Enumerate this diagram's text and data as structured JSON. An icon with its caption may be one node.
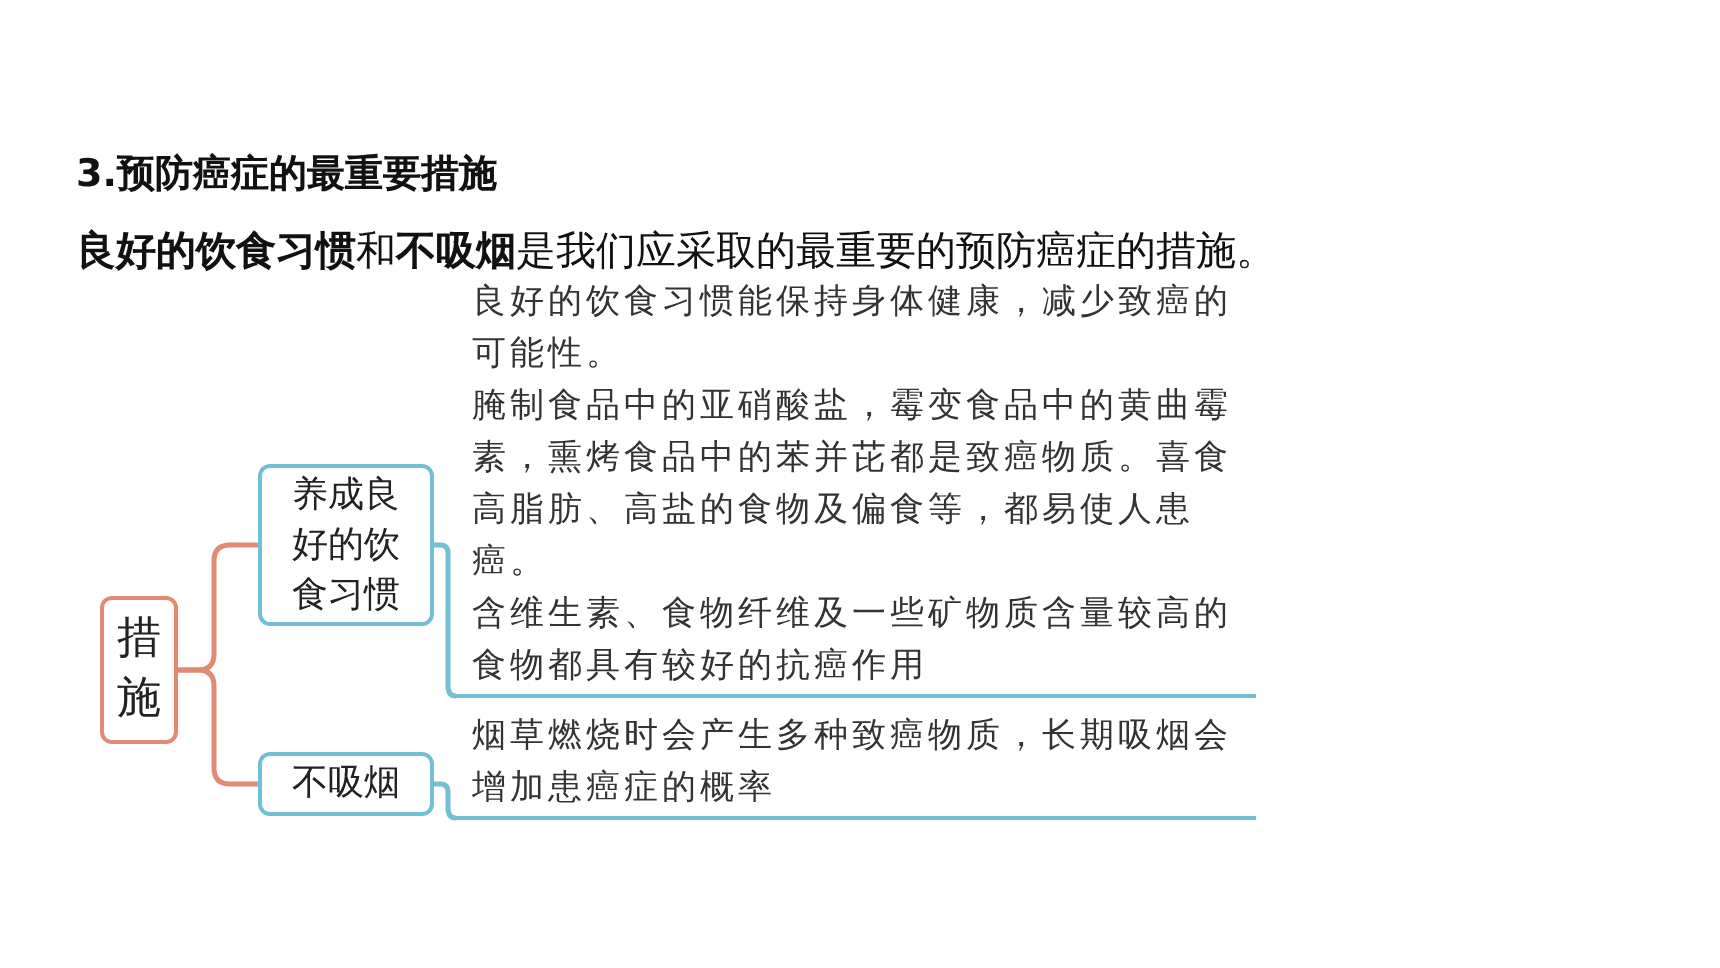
{
  "diagram": {
    "title": "3.预防癌症的最重要措施",
    "nodes": [
      {
        "text": [
          "措施"
        ]
      },
      {
        "text": [
          "养成良好的饮食习惯"
        ]
      },
      {
        "text": [
          "不吸烟"
        ]
      },
      {
        "text": [
          "良好的饮食习惯能保持身体健康，减少致癌的可能性。",
          "腌制食品中的亚硝酸盐，霉变食品中的黄曲霉素，熏烤食品中的苯并芘都是致癌物质。喜食高脂肪、高盐的食物及偏食等，都易使人患癌。",
          "含维生素、食物纤维及一些矿物质含量较高的食物都具有较好的抗癌作用"
        ]
      },
      {
        "text": [
          "烟草燃烧时会产生多种致癌物质，长期吸烟会增加患癌症的概率"
        ]
      }
    ],
    "edges": [
      {
        "from": 0,
        "to": 1,
        "arrow": "none",
        "color": "#e08b74"
      },
      {
        "from": 0,
        "to": 2,
        "arrow": "none",
        "color": "#e08b74"
      },
      {
        "from": 1,
        "to": 3,
        "arrow": "none",
        "color": "#72c0d4"
      },
      {
        "from": 2,
        "to": 4,
        "arrow": "none",
        "color": "#72c0d4"
      }
    ],
    "labels": [
      "**良好的饮食习惯**和**不吸烟**是我们应采取的最重要的预防癌症的措施。"
    ]
  }
}
